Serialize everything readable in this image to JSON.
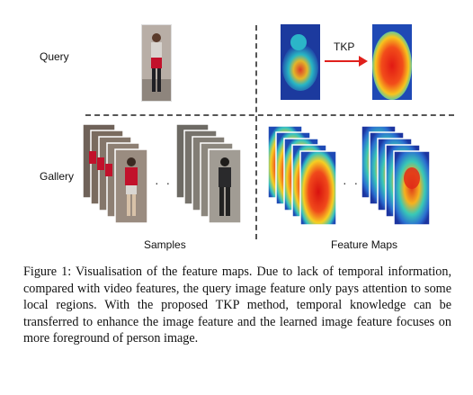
{
  "figure": {
    "row_labels": {
      "query": "Query",
      "gallery": "Gallery"
    },
    "arrow_label": "TKP",
    "column_labels": {
      "samples": "Samples",
      "feature_maps": "Feature Maps"
    },
    "ellipsis": "· · ·",
    "caption": "Figure 1: Visualisation of the feature maps. Due to lack of temporal information, compared with video features, the query image feature only pays attention to some local regions. With the proposed TKP method, temporal knowledge can be transferred to enhance the image feature and the learned image feature focuses on more foreground of person image."
  },
  "colors": {
    "arrow": "#e0201c",
    "divider": "#555555"
  }
}
